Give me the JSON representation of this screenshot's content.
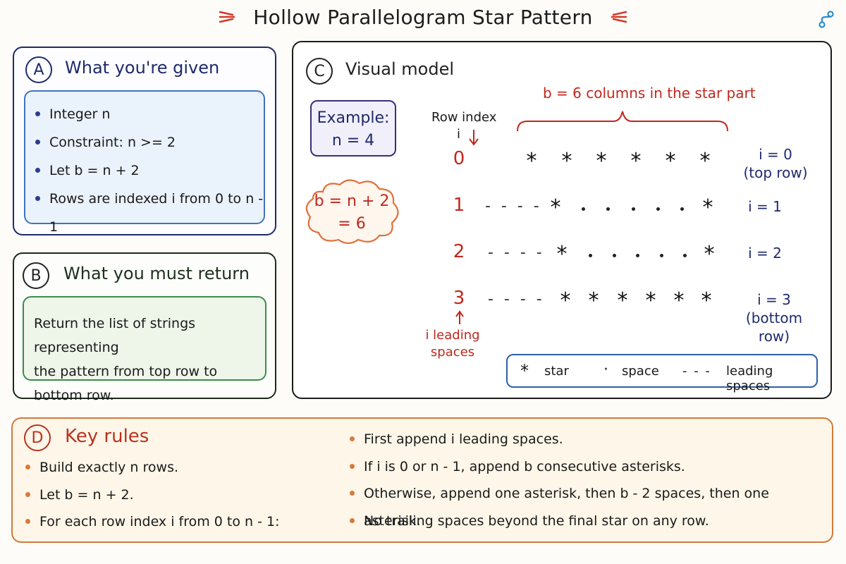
{
  "title": "Hollow Parallelogram Star Pattern",
  "panel_a": {
    "letter": "A",
    "heading": "What you're given",
    "items": [
      "Integer n",
      "Constraint:  n >= 2",
      "Let  b = n + 2",
      "Rows are indexed  i  from 0 to n - 1"
    ]
  },
  "panel_b": {
    "letter": "B",
    "heading": "What you must return",
    "line1": "Return the list of strings representing",
    "line2": "the pattern from top row to bottom row."
  },
  "panel_c": {
    "letter": "C",
    "heading": "Visual model",
    "example_line1": "Example:",
    "example_line2": "n = 4",
    "cloud_line1": "b = n + 2",
    "cloud_line2": "= 6",
    "brace_label": "b = 6 columns in the star part",
    "row_index_label": "Row index",
    "row_index_var": "i",
    "leading_note_line1": "i  leading",
    "leading_note_line2": "spaces",
    "row_numbers": [
      "0",
      "1",
      "2",
      "3"
    ],
    "leading_dashes": [
      "- - - -",
      "- - - -",
      "- - - -"
    ],
    "star_glyph": "*",
    "label_row0_line1": "i = 0",
    "label_row0_line2": "(top row)",
    "label_row1": "i = 1",
    "label_row2": "i = 2",
    "label_row3_line1": "i = 3",
    "label_row3_line2": "(bottom row)",
    "legend": {
      "star_symbol": "*",
      "star_label": "star",
      "space_symbol": "·",
      "space_label": "space",
      "lead_symbol": "- - -",
      "lead_label": "leading spaces"
    }
  },
  "panel_d": {
    "letter": "D",
    "heading": "Key rules",
    "left_items": [
      "Build exactly  n  rows.",
      "Let  b = n + 2.",
      "For each row index  i  from 0 to n - 1:"
    ],
    "right_items": [
      "First append  i  leading spaces.",
      "If  i  is 0 or n - 1,  append  b  consecutive asterisks.",
      "Otherwise,  append one asterisk,  then  b - 2  spaces,  then one asterisk.",
      "No trailing spaces beyond the final star on any row."
    ]
  },
  "colors": {
    "panel_a_border": "#1f2a6b",
    "panel_a_inner": "#3f73bd",
    "panel_b_inner": "#3e8a4a",
    "panel_d_border": "#d07a3a",
    "red_accent": "#c1281e",
    "navy_text": "#1f2a6b"
  }
}
